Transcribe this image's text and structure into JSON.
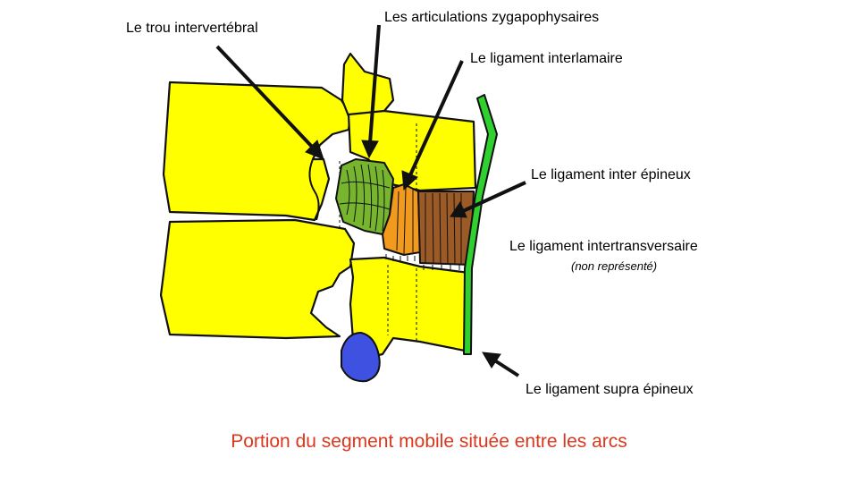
{
  "labels": {
    "foramen": "Le trou intervertébral",
    "zygapophyseal": "Les articulations zygapophysaires",
    "interlaminar": "Le ligament interlamaire",
    "interspinous": "Le ligament inter épineux",
    "intertransverse": "Le ligament intertransversaire",
    "intertransverse_note": "(non représenté)",
    "supraspinous": "Le ligament supra épineux"
  },
  "caption": "Portion du segment mobile située entre les arcs",
  "colors": {
    "bone": "#ffff00",
    "zygapophyseal_joint": "#77b52e",
    "interlaminar_ligament": "#f29a1d",
    "interspinous_ligament": "#9b5a26",
    "supraspinous_ligament": "#2fd12f",
    "blue_structure": "#3f51e0",
    "caption": "#d9381e",
    "outline": "#111111"
  }
}
